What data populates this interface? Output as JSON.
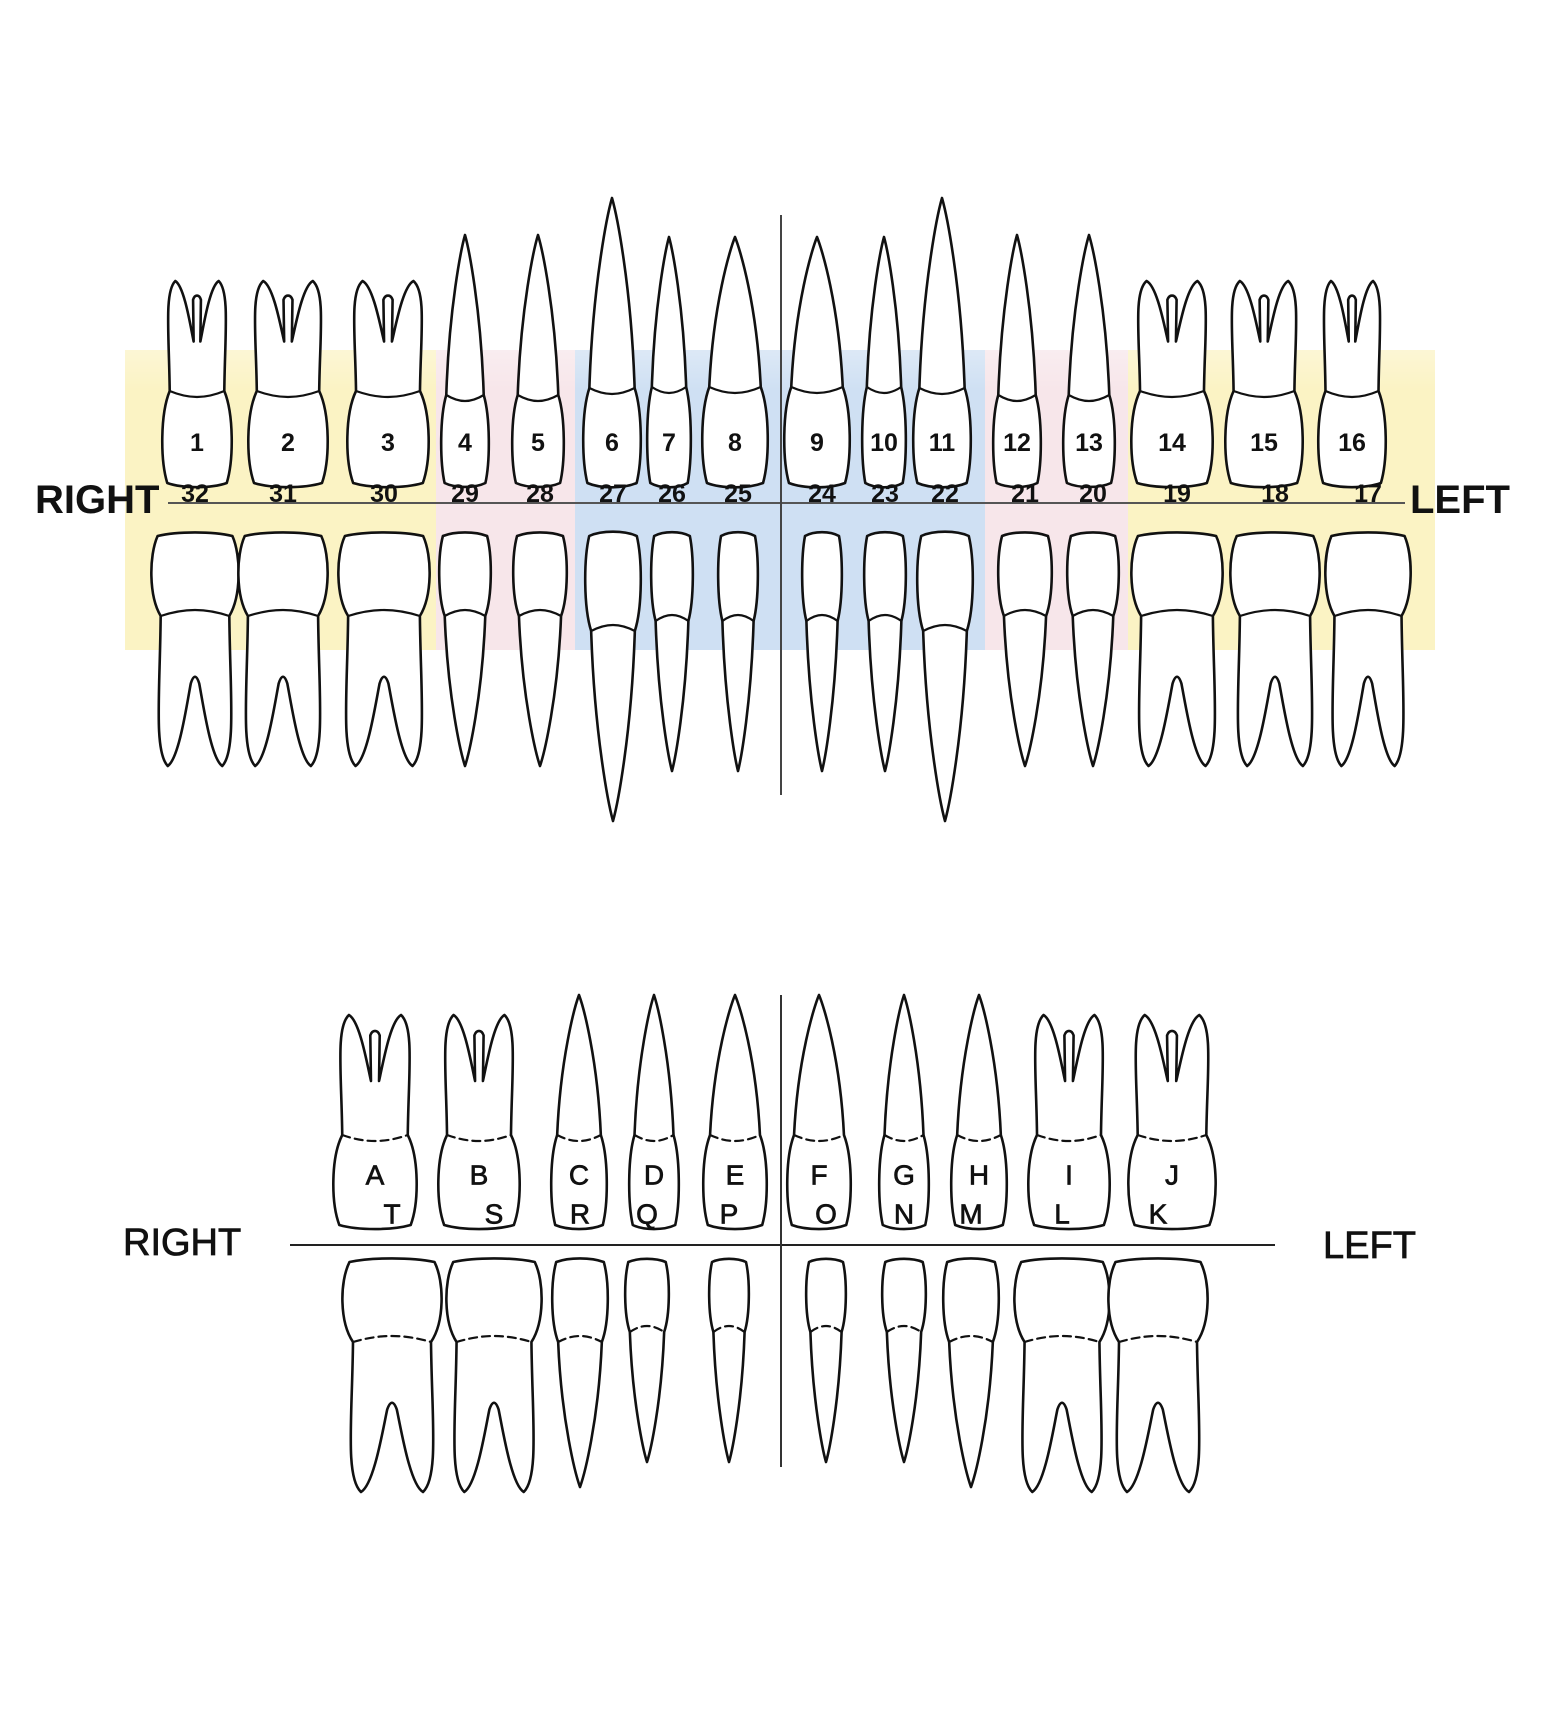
{
  "permanent": {
    "right_label": "RIGHT",
    "left_label": "LEFT",
    "upper_teeth": [
      {
        "label": "1",
        "group": "molar"
      },
      {
        "label": "2",
        "group": "molar"
      },
      {
        "label": "3",
        "group": "molar"
      },
      {
        "label": "4",
        "group": "premolar"
      },
      {
        "label": "5",
        "group": "premolar"
      },
      {
        "label": "6",
        "group": "canine"
      },
      {
        "label": "7",
        "group": "incisor"
      },
      {
        "label": "8",
        "group": "incisor"
      },
      {
        "label": "9",
        "group": "incisor"
      },
      {
        "label": "10",
        "group": "incisor"
      },
      {
        "label": "11",
        "group": "canine"
      },
      {
        "label": "12",
        "group": "premolar"
      },
      {
        "label": "13",
        "group": "premolar"
      },
      {
        "label": "14",
        "group": "molar"
      },
      {
        "label": "15",
        "group": "molar"
      },
      {
        "label": "16",
        "group": "molar"
      }
    ],
    "lower_teeth": [
      {
        "label": "32",
        "group": "molar"
      },
      {
        "label": "31",
        "group": "molar"
      },
      {
        "label": "30",
        "group": "molar"
      },
      {
        "label": "29",
        "group": "premolar"
      },
      {
        "label": "28",
        "group": "premolar"
      },
      {
        "label": "27",
        "group": "canine"
      },
      {
        "label": "26",
        "group": "incisor"
      },
      {
        "label": "25",
        "group": "incisor"
      },
      {
        "label": "24",
        "group": "incisor"
      },
      {
        "label": "23",
        "group": "incisor"
      },
      {
        "label": "22",
        "group": "canine"
      },
      {
        "label": "21",
        "group": "premolar"
      },
      {
        "label": "20",
        "group": "premolar"
      },
      {
        "label": "19",
        "group": "molar"
      },
      {
        "label": "18",
        "group": "molar"
      },
      {
        "label": "17",
        "group": "molar"
      }
    ],
    "group_colors": {
      "molar": "#fbf3c4",
      "premolar": "#f7e6ea",
      "canine": "#cfe0f3",
      "incisor": "#cfe0f3"
    }
  },
  "primary": {
    "right_label": "RIGHT",
    "left_label": "LEFT",
    "upper_teeth": [
      {
        "label": "A",
        "group": "molar"
      },
      {
        "label": "B",
        "group": "molar"
      },
      {
        "label": "C",
        "group": "canine"
      },
      {
        "label": "D",
        "group": "incisor"
      },
      {
        "label": "E",
        "group": "incisor"
      },
      {
        "label": "F",
        "group": "incisor"
      },
      {
        "label": "G",
        "group": "incisor"
      },
      {
        "label": "H",
        "group": "canine"
      },
      {
        "label": "I",
        "group": "molar"
      },
      {
        "label": "J",
        "group": "molar"
      }
    ],
    "lower_teeth": [
      {
        "label": "T",
        "group": "molar"
      },
      {
        "label": "S",
        "group": "molar"
      },
      {
        "label": "R",
        "group": "canine"
      },
      {
        "label": "Q",
        "group": "incisor"
      },
      {
        "label": "P",
        "group": "incisor"
      },
      {
        "label": "O",
        "group": "incisor"
      },
      {
        "label": "N",
        "group": "incisor"
      },
      {
        "label": "M",
        "group": "canine"
      },
      {
        "label": "L",
        "group": "molar"
      },
      {
        "label": "K",
        "group": "molar"
      }
    ]
  }
}
